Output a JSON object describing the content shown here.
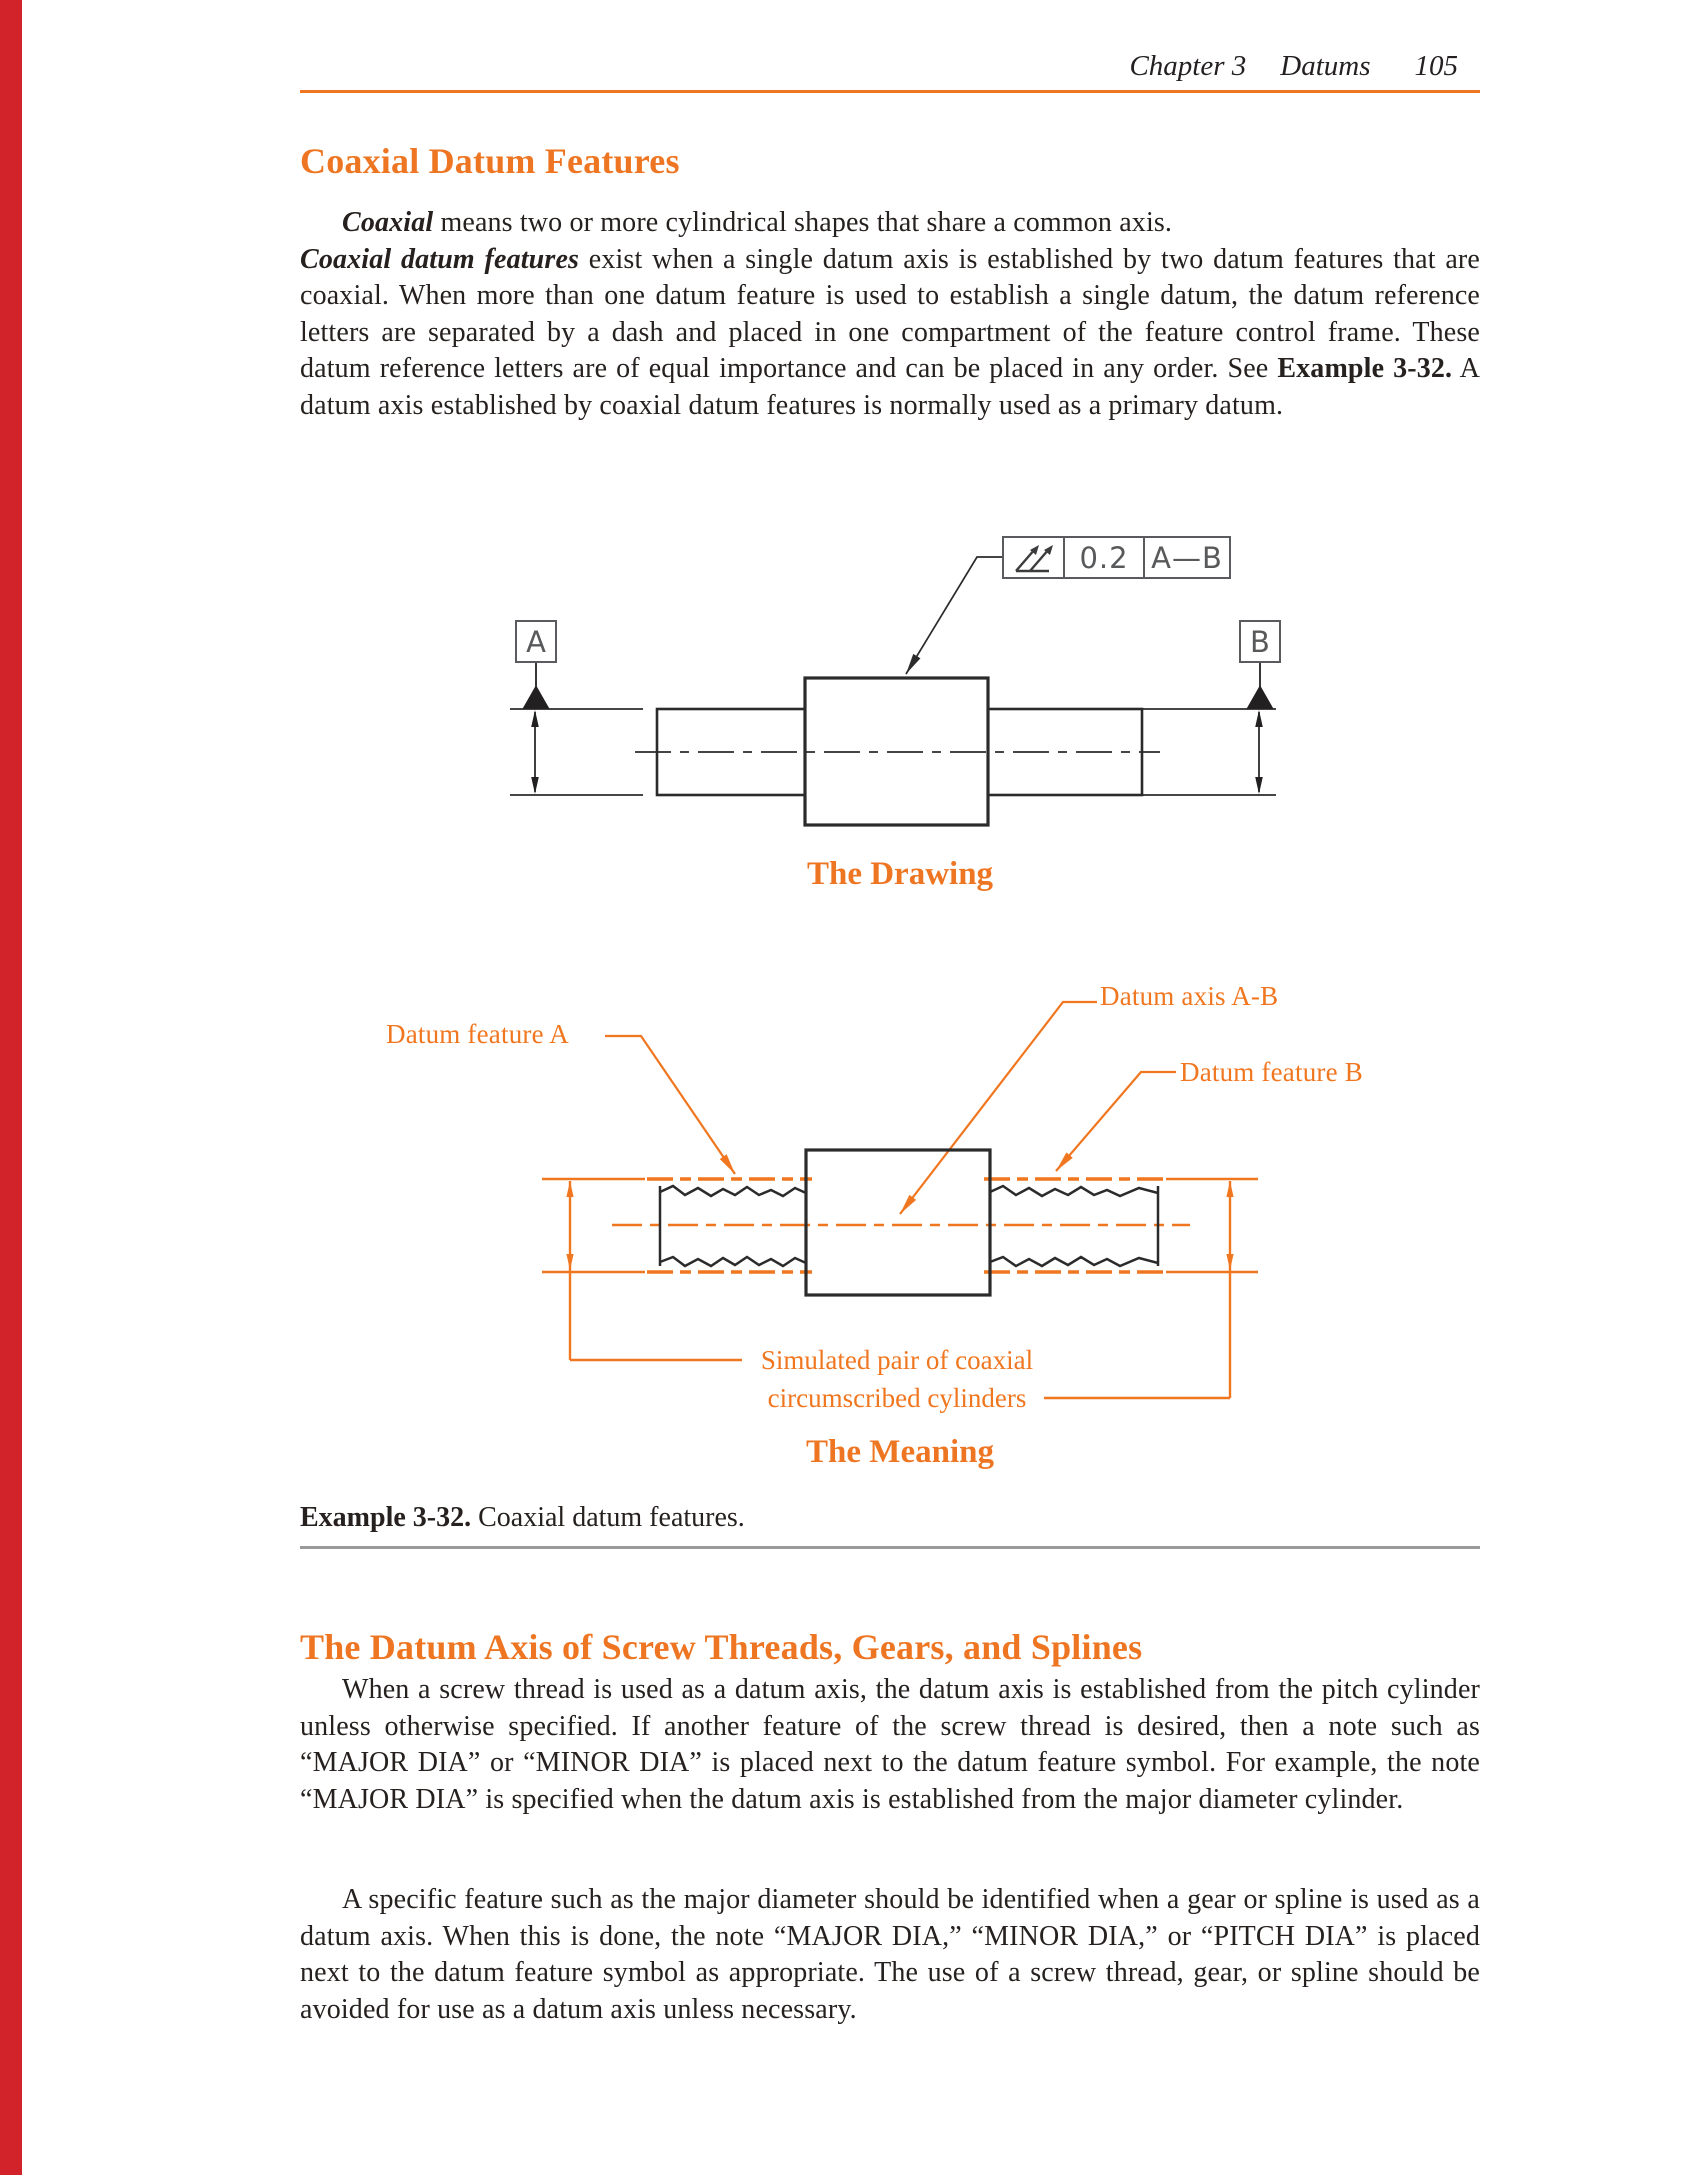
{
  "header": {
    "chapter": "Chapter 3",
    "book_section": "Datums",
    "page_number": "105"
  },
  "section1": {
    "title": "Coaxial Datum Features",
    "para": {
      "lead_italic": "Coaxial",
      "s1": " means two or more cylindrical shapes that share a common axis.",
      "lead2_italic": "Coaxial datum features",
      "s2": " exist when a single datum axis is established by two datum features that are coaxial. When more than one datum feature is used to establish a single datum, the datum reference letters are separated by a dash and placed in one compartment of the feature control frame. These datum reference letters are of equal importance and can be placed in any order. See ",
      "bold_ref": "Example 3-32.",
      "s3": " A datum axis established by coaxial datum features is normally used as a primary datum."
    }
  },
  "figure_drawing": {
    "datum_a": "A",
    "datum_b": "B",
    "fcf_symbol_name": "total-runout",
    "fcf_tolerance": "0.2",
    "fcf_datums": "A—B",
    "caption": "The Drawing"
  },
  "figure_meaning": {
    "label_datum_axis": "Datum axis A-B",
    "label_feature_a": "Datum feature A",
    "label_feature_b": "Datum feature B",
    "label_simulated_line1": "Simulated pair of coaxial",
    "label_simulated_line2": "circumscribed cylinders",
    "caption": "The Meaning"
  },
  "example": {
    "label": "Example 3-32.",
    "text": " Coaxial datum features."
  },
  "section2": {
    "title": "The Datum Axis of Screw Threads, Gears, and Splines",
    "para1": "When a screw thread is used as a datum axis, the datum axis is established from the pitch cylinder unless otherwise specified. If another feature of the screw thread is desired, then a note such as “MAJOR DIA” or “MINOR DIA” is placed next to the datum feature symbol. For example, the note “MAJOR DIA” is specified when the datum axis is established from the major diameter cylinder.",
    "para2": "A specific feature such as the major diameter should be identified when a gear or spline is used as a datum axis. When this is done, the note “MAJOR DIA,” “MINOR DIA,” or “PITCH DIA” is placed next to the datum feature symbol as appropriate. The use of a screw thread, gear, or spline should be avoided for use as a datum axis unless necessary."
  },
  "colors": {
    "accent_orange": "#EE7623",
    "annotation_orange": "#F0761F",
    "edge_red": "#D2232A",
    "engineering_gray": "#58595B",
    "body_text": "#26211F"
  }
}
